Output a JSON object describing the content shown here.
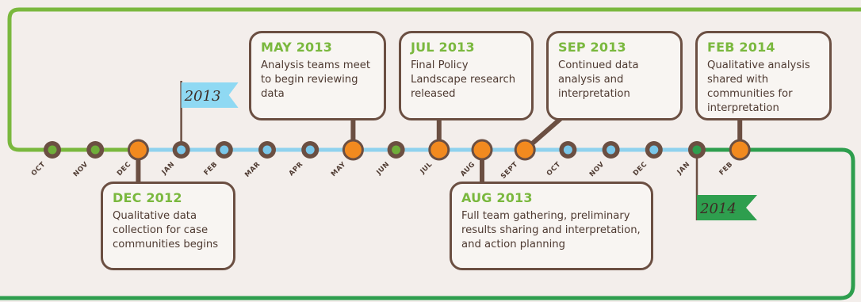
{
  "colors": {
    "background": "#f3eeeb",
    "green_frame": "#7ab83e",
    "dark_green_frame": "#2e9e4e",
    "blue_line": "#8fd2ee",
    "brown": "#6b4f42",
    "orange": "#f28a1f",
    "node_green": "#6fae3a",
    "node_blue": "#79c7ea"
  },
  "year_flags": [
    {
      "label": "2013",
      "color": "#8fd9f3"
    },
    {
      "label": "2014",
      "color": "#2e9e4e"
    }
  ],
  "months": [
    {
      "label": "OCT",
      "type": "green"
    },
    {
      "label": "NOV",
      "type": "green"
    },
    {
      "label": "DEC",
      "type": "orange"
    },
    {
      "label": "JAN",
      "type": "blue"
    },
    {
      "label": "FEB",
      "type": "blue"
    },
    {
      "label": "MAR",
      "type": "blue"
    },
    {
      "label": "APR",
      "type": "blue"
    },
    {
      "label": "MAY",
      "type": "orange"
    },
    {
      "label": "JUN",
      "type": "green"
    },
    {
      "label": "JUL",
      "type": "orange"
    },
    {
      "label": "AUG",
      "type": "orange"
    },
    {
      "label": "SEPT",
      "type": "orange"
    },
    {
      "label": "OCT",
      "type": "blue"
    },
    {
      "label": "NOV",
      "type": "blue"
    },
    {
      "label": "DEC",
      "type": "blue"
    },
    {
      "label": "JAN",
      "type": "darkgreen"
    },
    {
      "label": "FEB",
      "type": "orange"
    }
  ],
  "events": [
    {
      "date": "DEC 2012",
      "text": "Qualitative data collection for case communities begins",
      "month_index": 2
    },
    {
      "date": "MAY 2013",
      "text": "Analysis teams meet to begin reviewing data",
      "month_index": 7
    },
    {
      "date": "JUL 2013",
      "text": "Final Policy Landscape research released",
      "month_index": 9
    },
    {
      "date": "AUG 2013",
      "text": "Full team gathering, preliminary results sharing and interpretation, and action planning",
      "month_index": 10
    },
    {
      "date": "SEP 2013",
      "text": "Continued data analysis and interpretation",
      "month_index": 11
    },
    {
      "date": "FEB 2014",
      "text": "Qualitative analysis shared with communities for interpretation",
      "month_index": 16
    }
  ]
}
